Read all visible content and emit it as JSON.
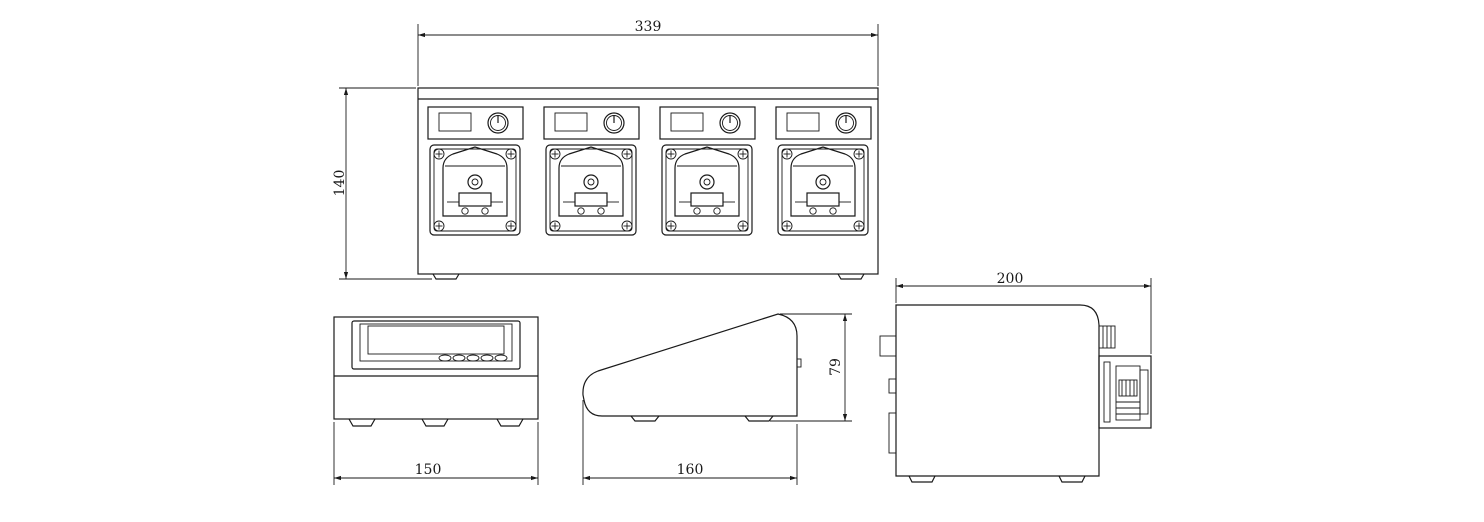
{
  "dimensions": {
    "width_front": "339",
    "height_front": "140",
    "width_side_left": "150",
    "depth_wedge": "160",
    "height_wedge": "79",
    "depth_right": "200"
  },
  "pump_heads": [
    "pump-head-1",
    "pump-head-2",
    "pump-head-3",
    "pump-head-4"
  ]
}
